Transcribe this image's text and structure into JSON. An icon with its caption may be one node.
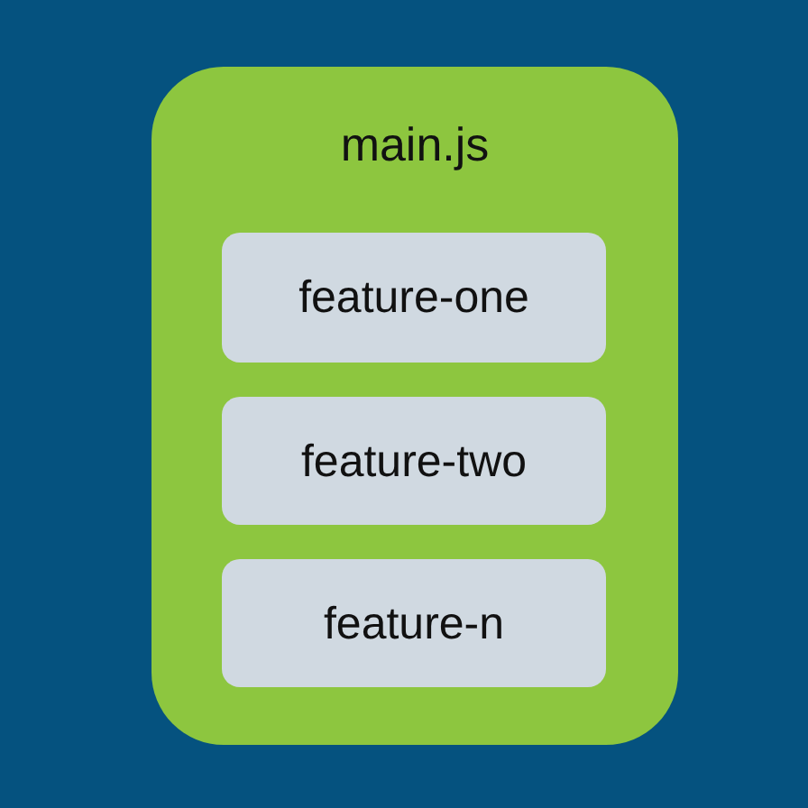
{
  "diagram": {
    "nodes": [
      {
        "text": [
          "main.js"
        ]
      },
      {
        "text": [
          "feature-one"
        ],
        "in": 0
      },
      {
        "text": [
          "feature-two"
        ],
        "in": 0
      },
      {
        "text": [
          "feature-n"
        ],
        "in": 0
      }
    ]
  }
}
